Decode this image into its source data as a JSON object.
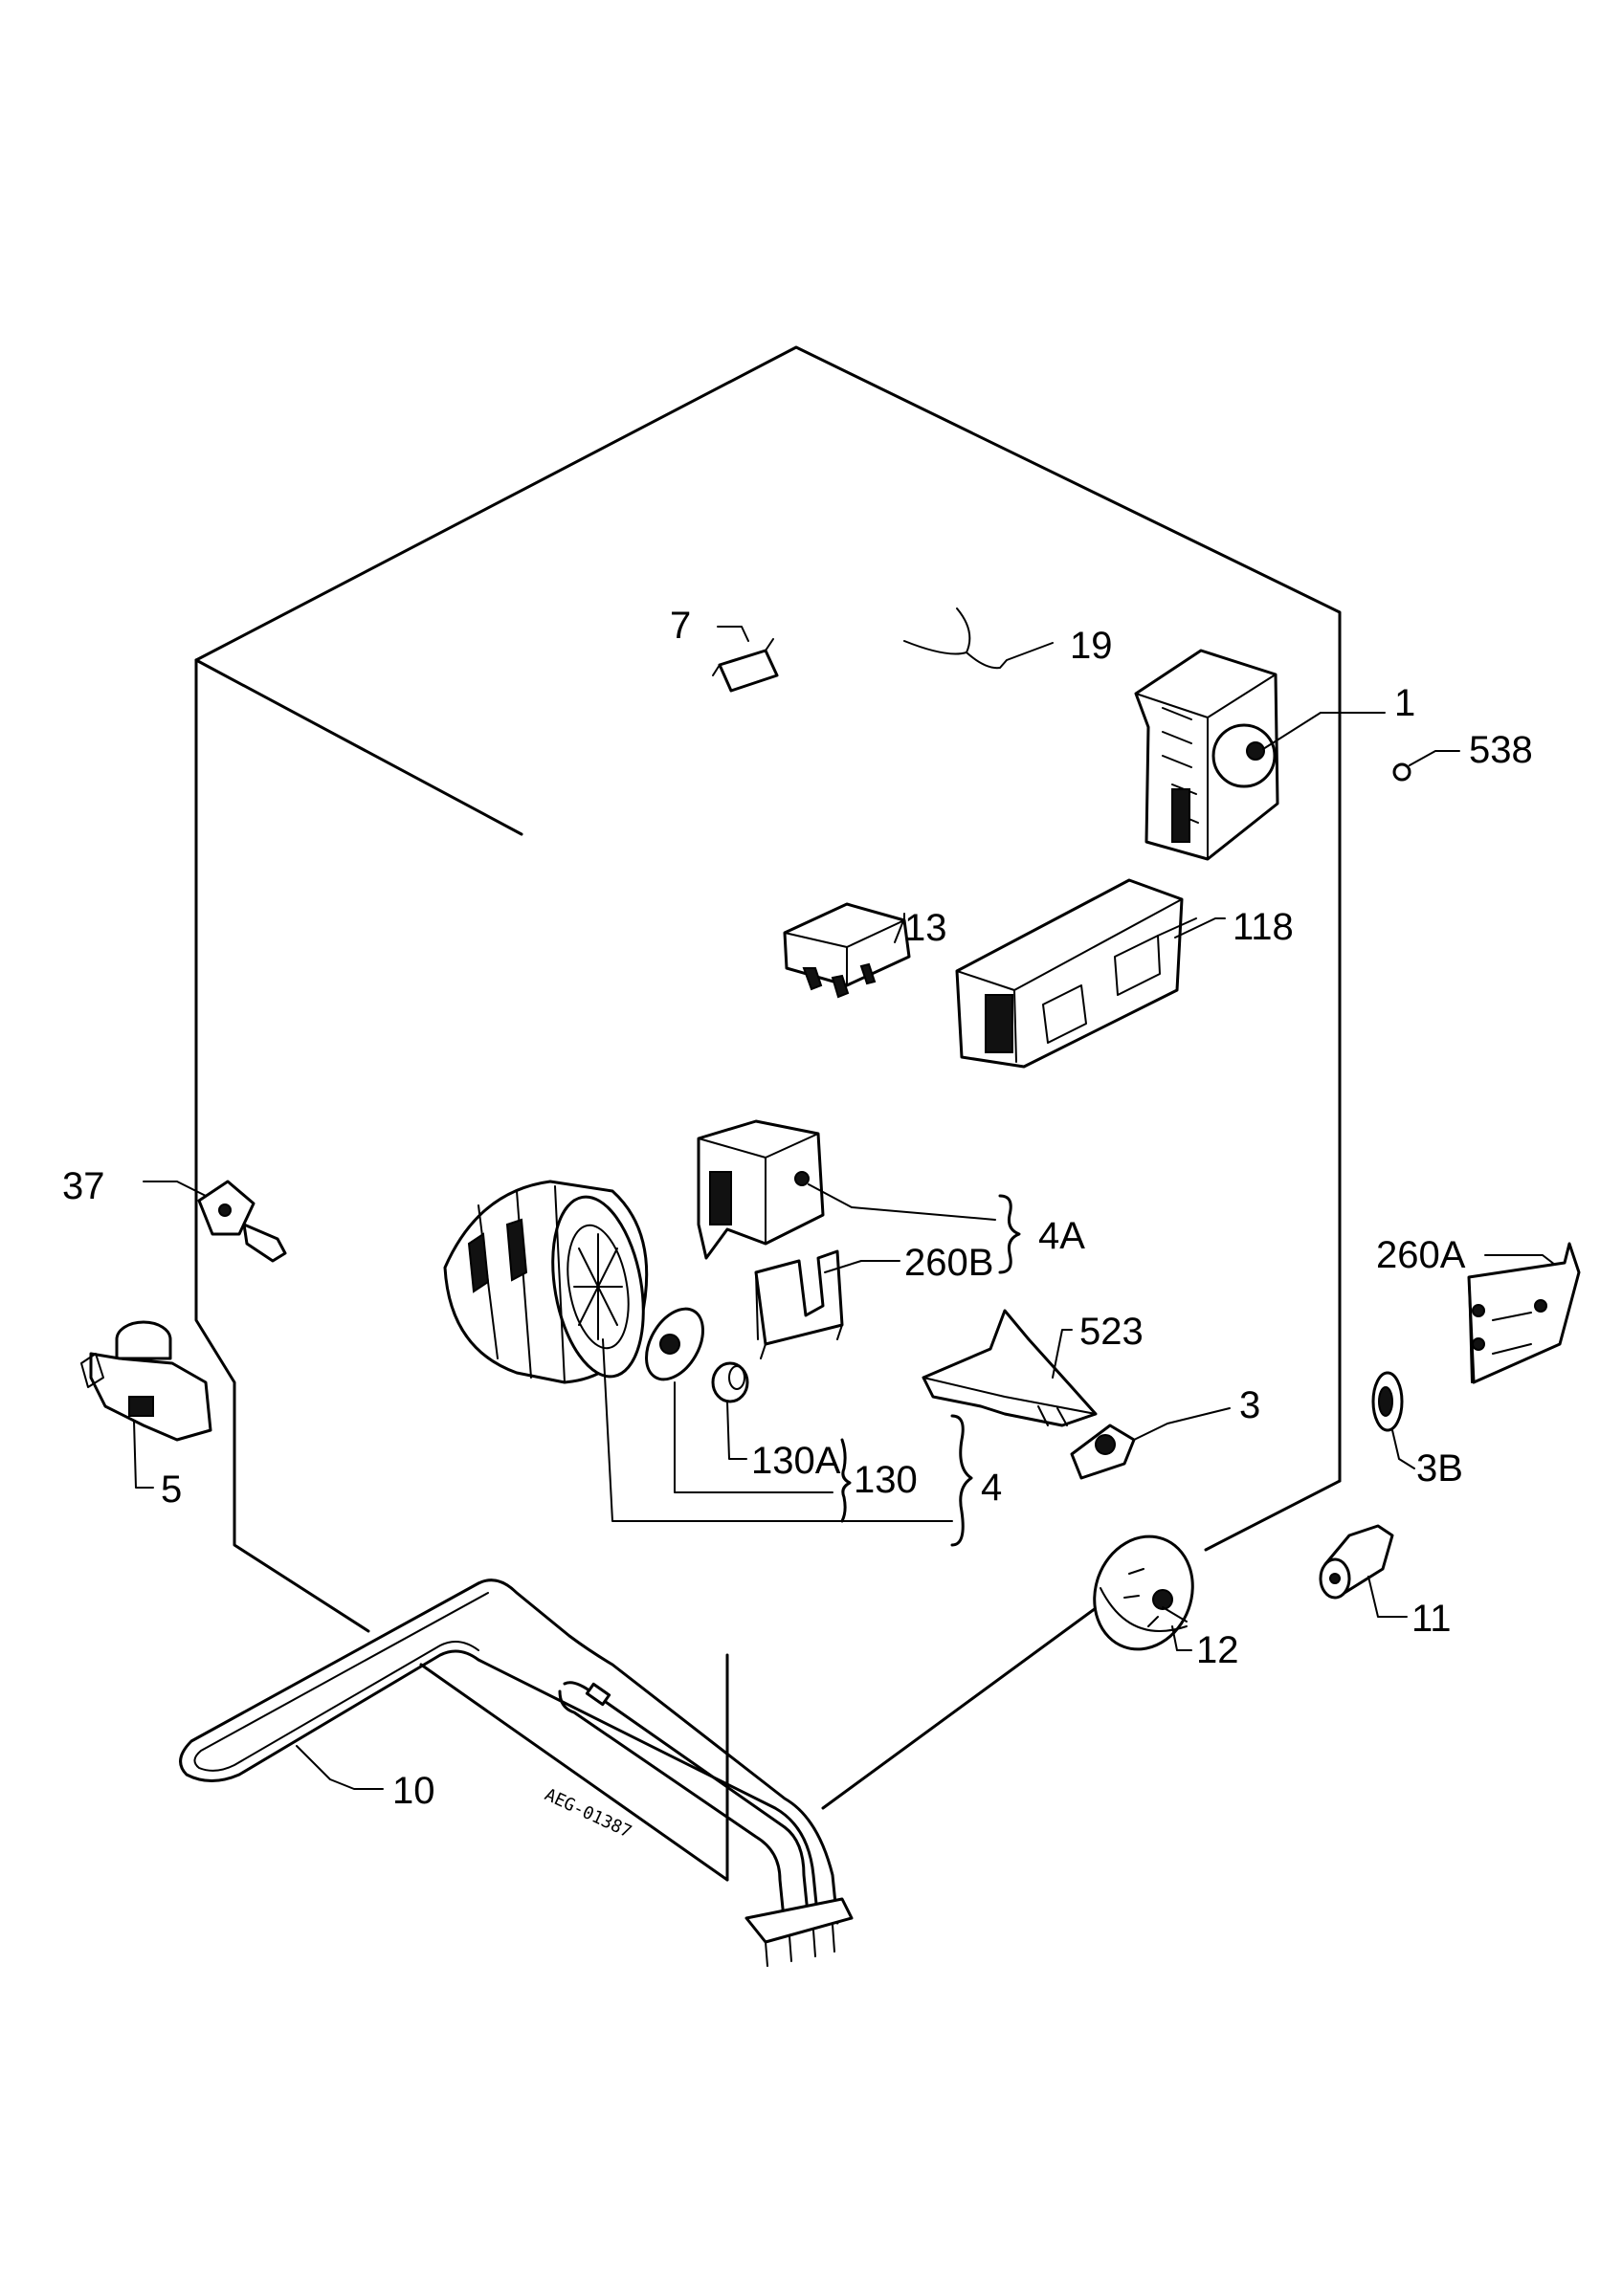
{
  "labels": {
    "p7": "7",
    "p19": "19",
    "p1": "1",
    "p538": "538",
    "p13": "13",
    "p118": "118",
    "p37": "37",
    "p4a": "4A",
    "p260b": "260B",
    "p260a": "260A",
    "p523": "523",
    "p3": "3",
    "p3b": "3B",
    "p5": "5",
    "p130a": "130A",
    "p130": "130",
    "p4": "4",
    "p11": "11",
    "p12": "12",
    "p10": "10"
  },
  "heater_marking": "AEG-01387"
}
